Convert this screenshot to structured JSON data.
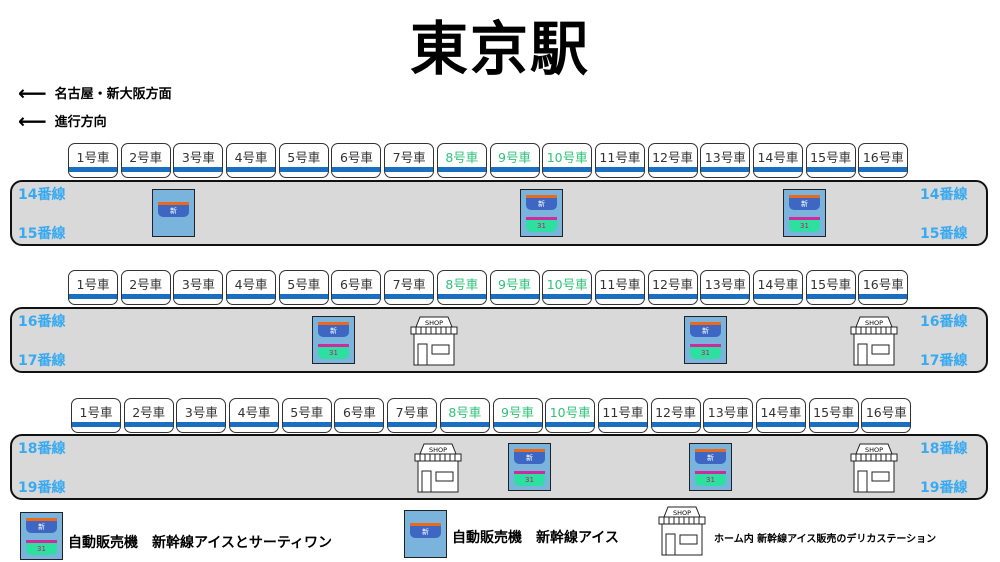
{
  "title": "東京駅",
  "directions": [
    {
      "icon": "left-arrow-icon",
      "label": "名古屋・新大阪方面"
    },
    {
      "icon": "left-arrow-icon",
      "label": "進行方向"
    }
  ],
  "car_labels": [
    "1号車",
    "2号車",
    "3号車",
    "4号車",
    "5号車",
    "6号車",
    "7号車",
    "8号車",
    "9号車",
    "10号車",
    "11号車",
    "12号車",
    "13号車",
    "14号車",
    "15号車",
    "16号車"
  ],
  "green_cars": [
    8,
    9,
    10
  ],
  "colors": {
    "track_label": "#3aaaf0",
    "green_car": "#2fc27a",
    "stripe": "#1a6fc0",
    "platform": "#d9d9d9"
  },
  "platforms": [
    {
      "top_track": "14番線",
      "bottom_track": "15番線",
      "icons": [
        "vending-shinkansen",
        "vending-combo",
        "vending-combo"
      ]
    },
    {
      "top_track": "16番線",
      "bottom_track": "17番線",
      "icons": [
        "vending-combo",
        "shop",
        "vending-combo",
        "shop"
      ]
    },
    {
      "top_track": "18番線",
      "bottom_track": "19番線",
      "icons": [
        "shop",
        "vending-combo",
        "vending-combo",
        "shop"
      ]
    }
  ],
  "icon_text": {
    "shinkansen": "新",
    "thirtyone": "31",
    "shop": "SHOP"
  },
  "legend": [
    {
      "icon": "vending-combo",
      "label": "自動販売機　新幹線アイスとサーティワン"
    },
    {
      "icon": "vending-shinkansen",
      "label": "自動販売機　新幹線アイス"
    },
    {
      "icon": "shop",
      "label": "ホーム内 新幹線アイス販売のデリカステーション"
    }
  ]
}
